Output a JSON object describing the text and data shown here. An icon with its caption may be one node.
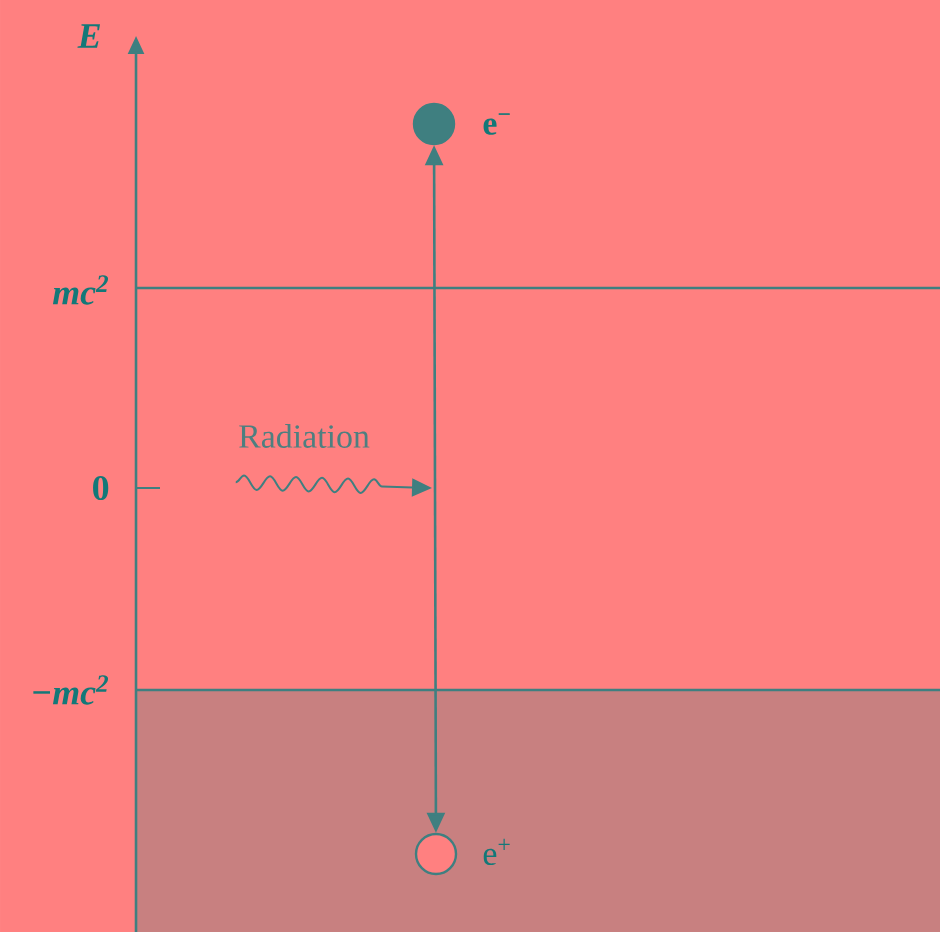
{
  "diagram": {
    "nodes": [
      {
        "text": [],
        "shape": "circle",
        "beside": [
          "e$^{−}$"
        ]
      },
      {
        "text": [],
        "shape": "circle",
        "beside": [
          "e$^{+}$"
        ]
      },
      {
        "text": [
          "Radiation"
        ]
      }
    ],
    "edges": [
      {
        "from": 0,
        "to": 1,
        "arrow": "both"
      },
      {
        "from": 2,
        "to": null,
        "arrow": "to"
      }
    ],
    "labels": [
      "E",
      "mc$^{2}$",
      "0",
      "−mc$^{2}$"
    ]
  }
}
